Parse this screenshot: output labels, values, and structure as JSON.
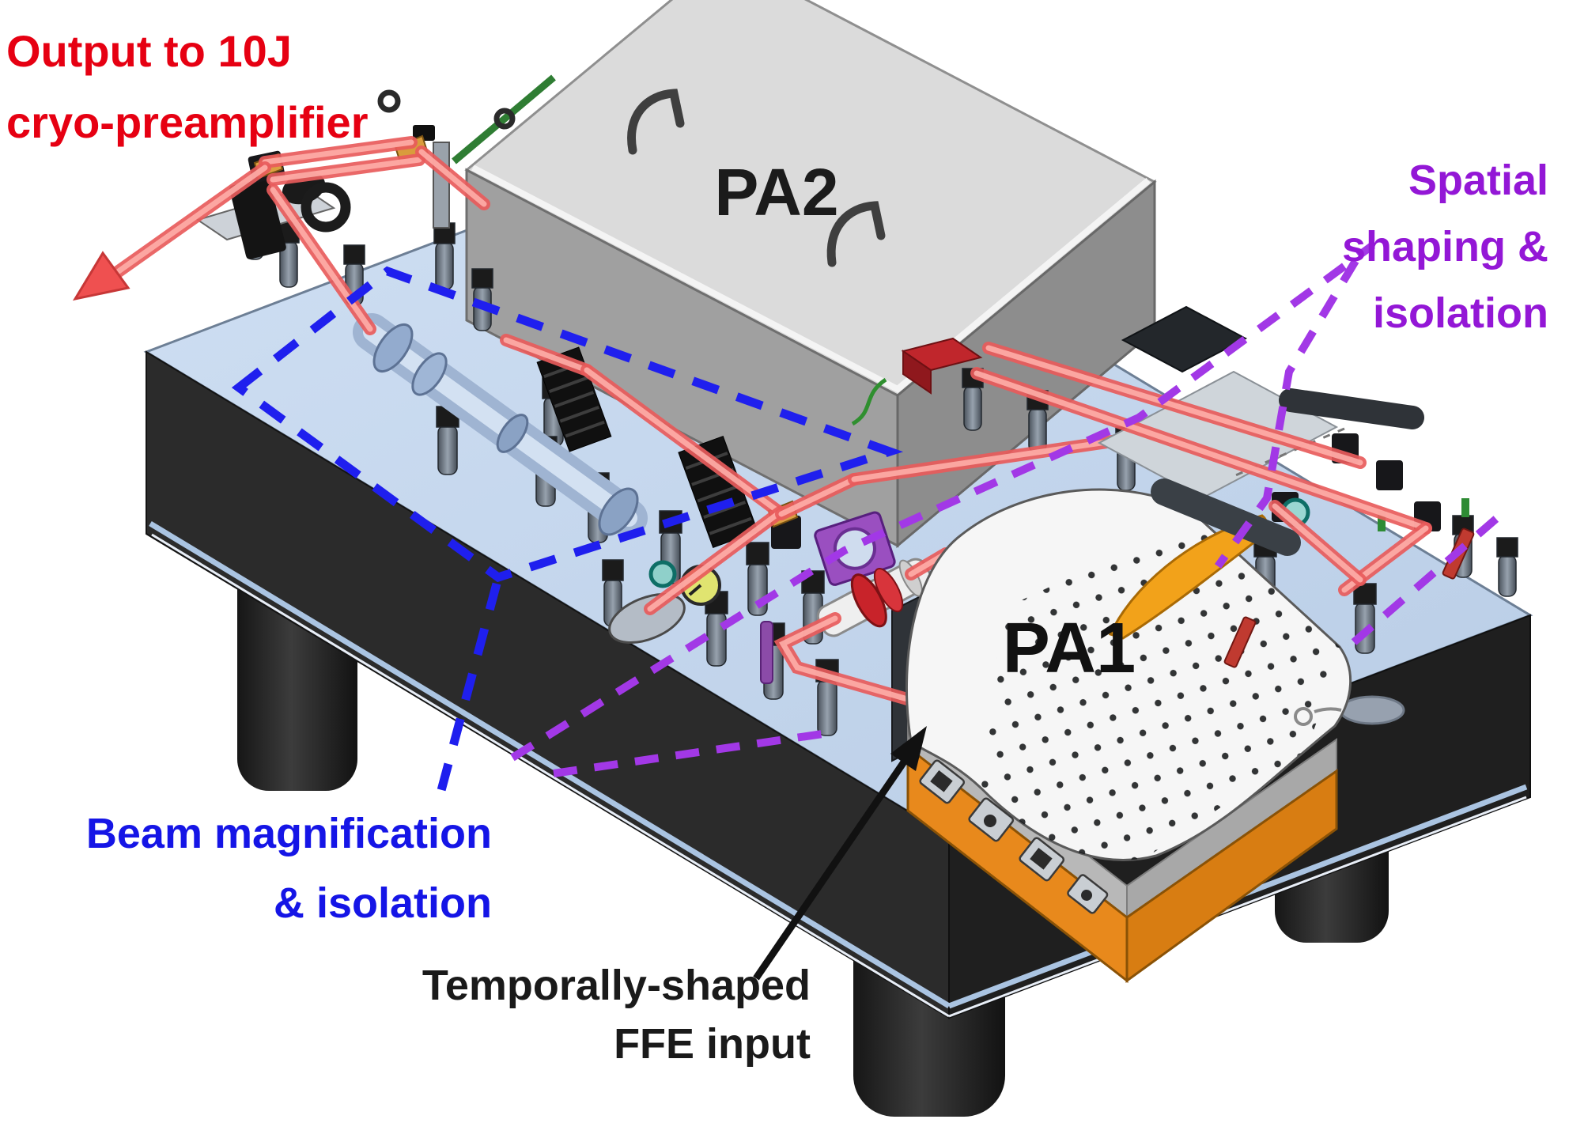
{
  "figure": {
    "description": "3D CAD rendering of a laser front-end optical table with two preamplifier modules and annotated beam-conditioning regions",
    "annotations": {
      "output": {
        "line1": "Output to 10J",
        "line2": "cryo-preamplifier",
        "color": "#e60012"
      },
      "spatial": {
        "line1": "Spatial",
        "line2": "shaping &",
        "line3": "isolation",
        "color": "#9317d6"
      },
      "beam_magnification": {
        "line1": "Beam magnification",
        "line2": "& isolation",
        "color": "#1515e6"
      },
      "ffe_input": {
        "line1": "Temporally-shaped",
        "line2": "FFE input",
        "color": "#1a1a1a"
      }
    },
    "modules": {
      "pa1": "PA1",
      "pa2": "PA2"
    },
    "colors": {
      "beam_red": "#e85b5b",
      "blue_dashed_region": "#1f1fee",
      "purple_dashed_region": "#a238e6",
      "table_top": "#c5d7ed",
      "table_side": "#2b2b2b",
      "pa2_gray": "#dbdbdb",
      "pa1_orange": "#e8891c"
    }
  }
}
